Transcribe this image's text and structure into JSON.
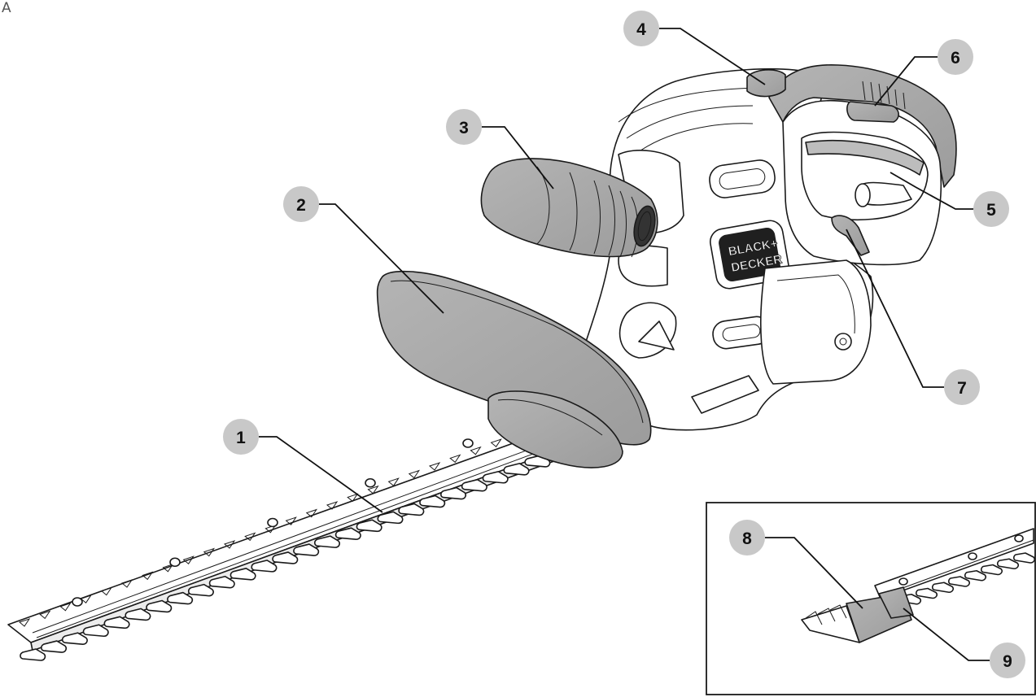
{
  "figure_label": "A",
  "brand_text": [
    "BLACK+",
    "DECKER"
  ],
  "callouts": [
    {
      "id": "callout-1",
      "number": "1"
    },
    {
      "id": "callout-2",
      "number": "2"
    },
    {
      "id": "callout-3",
      "number": "3"
    },
    {
      "id": "callout-4",
      "number": "4"
    },
    {
      "id": "callout-5",
      "number": "5"
    },
    {
      "id": "callout-6",
      "number": "6"
    },
    {
      "id": "callout-7",
      "number": "7"
    },
    {
      "id": "callout-8",
      "number": "8"
    },
    {
      "id": "callout-9",
      "number": "9"
    }
  ],
  "colors": {
    "callout_fill": "#c8c8c8",
    "shade": "#a9a9a9",
    "line": "#1a1a1a"
  }
}
